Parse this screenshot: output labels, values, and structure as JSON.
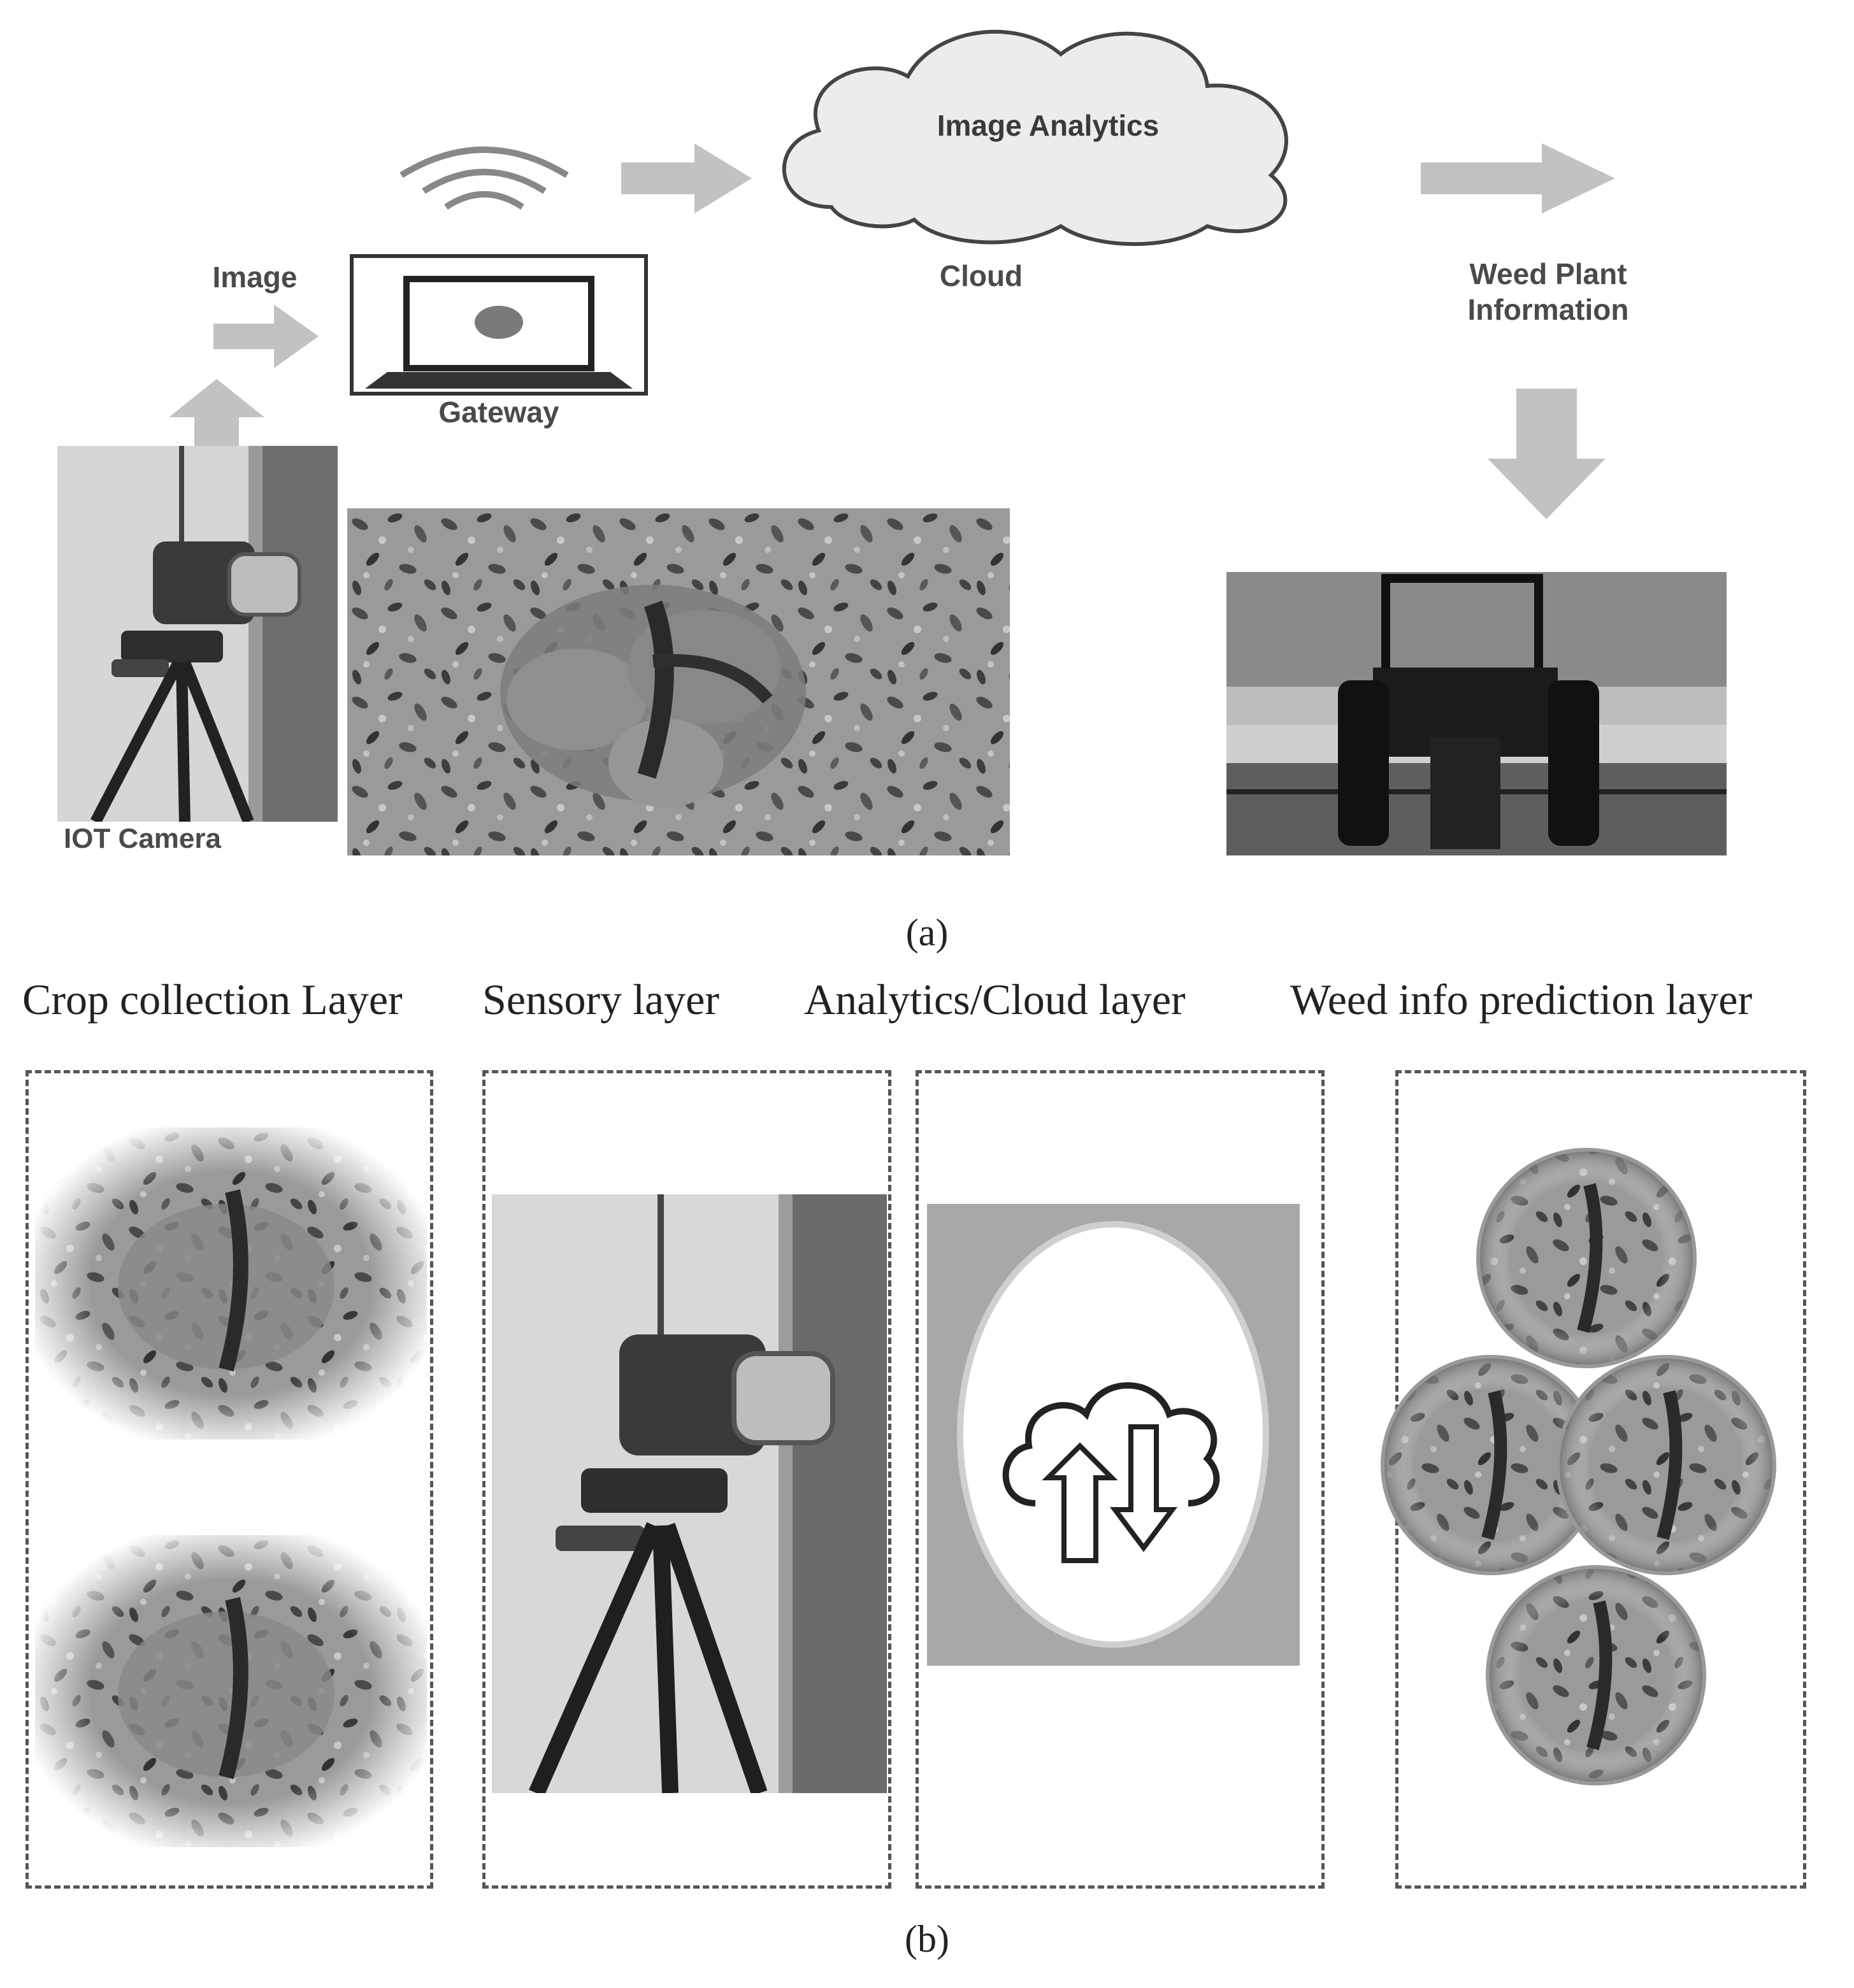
{
  "colors": {
    "arrow": "#c2c2c2",
    "label": "#4a4a4a",
    "dashed_border": "#555555",
    "caption": "#222222"
  },
  "panel_a": {
    "label": "(a)",
    "nodes": {
      "iot_camera": "IOT Camera",
      "image": "Image",
      "gateway": "Gateway",
      "cloud_title": "Image Analytics",
      "cloud": "Cloud",
      "weed_info_line1": "Weed Plant",
      "weed_info_line2": "Information"
    },
    "icons": [
      "wifi-signal-icon",
      "laptop-icon",
      "cloud-shape-icon",
      "arrow-right-icon",
      "arrow-up-icon",
      "arrow-down-icon"
    ],
    "photos": [
      "iot-camera-photo",
      "crop-field-photo",
      "tractor-photo"
    ]
  },
  "panel_b": {
    "label": "(b)",
    "layers": [
      {
        "title": "Crop collection Layer",
        "icon": "crop-image-icon"
      },
      {
        "title": "Sensory layer",
        "icon": "camera-tripod-icon"
      },
      {
        "title": "Analytics/Cloud layer",
        "icon": "cloud-upload-download-icon"
      },
      {
        "title": "Weed info prediction layer",
        "icon": "weed-circles-icon"
      }
    ]
  }
}
